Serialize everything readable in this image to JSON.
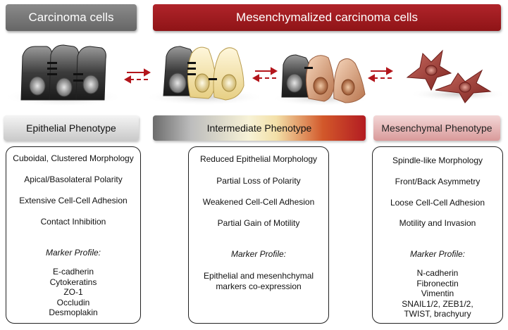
{
  "banners": {
    "carcinoma": "Carcinoma cells",
    "mesenchymalized": "Mesenchymalized carcinoma cells"
  },
  "phenotypes": {
    "epithelial": "Epithelial Phenotype",
    "intermediate": "Intermediate Phenotype",
    "mesenchymal": "Mesenchymal Phenotype"
  },
  "epithelial_box": {
    "features": [
      "Cuboidal, Clustered Morphology",
      "Apical/Basolateral Polarity",
      "Extensive Cell-Cell Adhesion",
      "Contact Inhibition"
    ],
    "marker_title": "Marker Profile:",
    "markers": [
      "E-cadherin",
      "Cytokeratins",
      "ZO-1",
      "Occludin",
      "Desmoplakin"
    ]
  },
  "intermediate_box": {
    "features": [
      "Reduced Epithelial Morphology",
      "Partial Loss of Polarity",
      "Weakened Cell-Cell Adhesion",
      "Partial Gain of Motility"
    ],
    "marker_title": "Marker Profile:",
    "markers": [
      "Epithelial and mesenhchymal",
      "markers co-expression"
    ]
  },
  "mesenchymal_box": {
    "features": [
      "Spindle-like Morphology",
      "Front/Back Asymmetry",
      "Loose Cell-Cell Adhesion",
      "Motility and Invasion"
    ],
    "marker_title": "Marker Profile:",
    "markers": [
      "N-cadherin",
      "Fibronectin",
      "Vimentin",
      "SNAIL1/2, ZEB1/2,",
      "TWIST, brachyury"
    ]
  },
  "colors": {
    "arrow_red": "#b3151b",
    "epithelial_cell": "#3a3a3a",
    "intermediate_cell": "#f3e2a8",
    "mesenchymal_cell": "#a8403a"
  }
}
